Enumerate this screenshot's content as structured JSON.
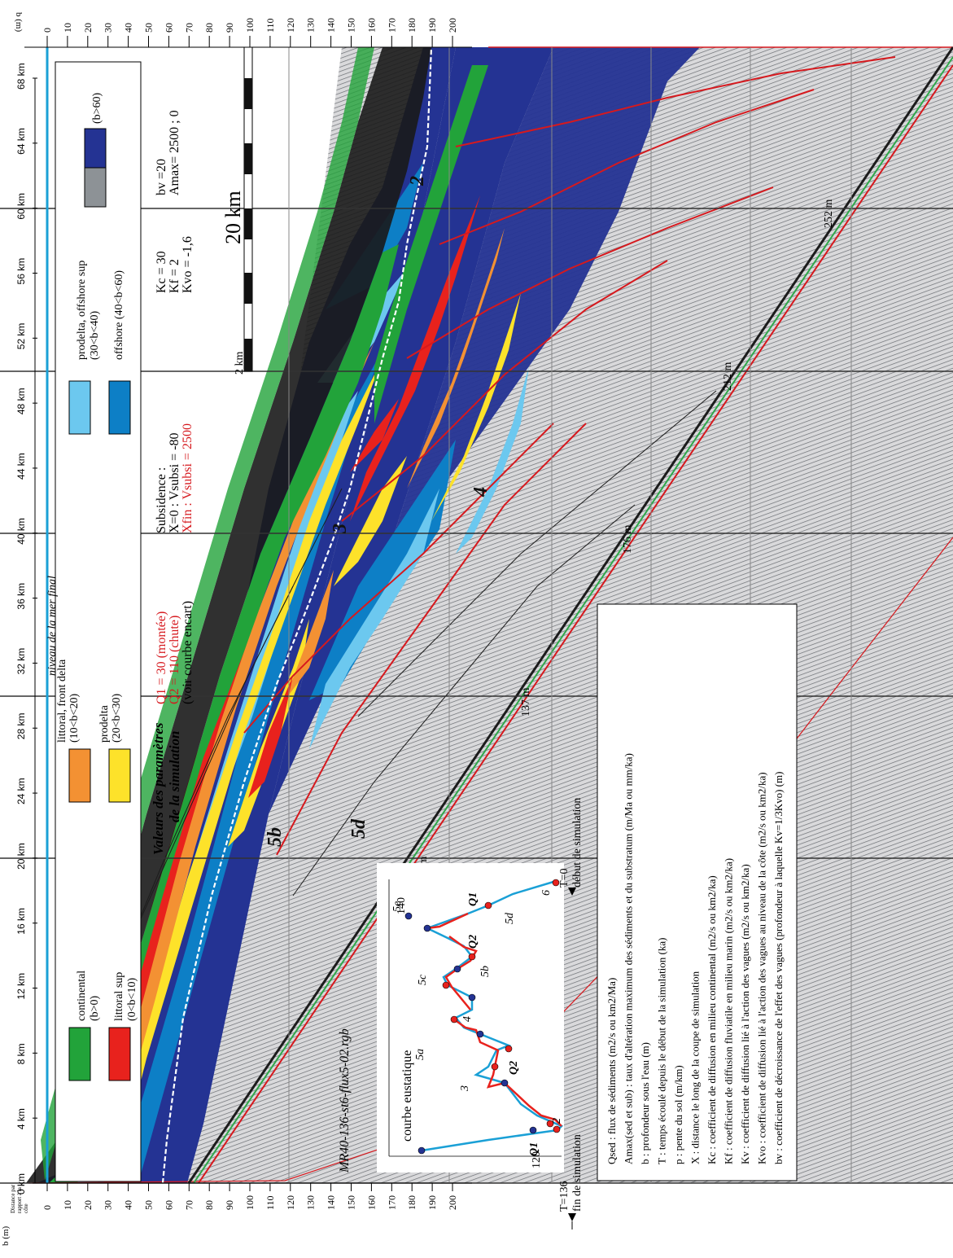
{
  "km_ticks": [
    "0 km",
    "4 km",
    "8 km",
    "12 km",
    "16 km",
    "20 km",
    "24 km",
    "28 km",
    "32 km",
    "36 km",
    "40 km",
    "44 km",
    "48 km",
    "52 km",
    "56 km",
    "60 km",
    "64 km",
    "68 km"
  ],
  "depth_ticks": [
    "0",
    "10",
    "20",
    "30",
    "40",
    "50",
    "60",
    "70",
    "80",
    "90",
    "100",
    "110",
    "120",
    "130",
    "140",
    "150",
    "160",
    "170",
    "180",
    "190",
    "200"
  ],
  "axis": {
    "right_label": "b (m)",
    "left_label": "b (m)",
    "distance_label_l1": "Distance par",
    "distance_label_l2": "rapport à la",
    "distance_label_l3": "côte"
  },
  "colors": {
    "continental": "#22a33a",
    "littoral_sup": "#e8221d",
    "littoral_front_delta": "#f39133",
    "prodelta": "#fde22a",
    "prodelta_offshore_sup": "#6cc8ef",
    "offshore": "#0d7fc6",
    "deep": "#243393",
    "gray": "#8d9296",
    "sea_level": "#1aa0d6",
    "red_line": "#d6191e"
  },
  "legend": {
    "items": [
      {
        "label1": "continental",
        "label2": "(b>0)"
      },
      {
        "label1": "littoral sup",
        "label2": "(0<b<10)"
      },
      {
        "label1": "littoral, front delta",
        "label2": "(10<b<20)"
      },
      {
        "label1": "prodelta",
        "label2": "(20<b<30)"
      },
      {
        "label1": "prodelta, offshore sup",
        "label2": "(30<b<40)"
      },
      {
        "label1": "offshore (40<b<60)",
        "label2": ""
      },
      {
        "label1": "(b>60)",
        "label2": ""
      }
    ]
  },
  "params": {
    "title1": "Valeurs des paramètres",
    "title2": "de la simulation",
    "q1": "Q1 = 30  (montée)",
    "q2": "Q2 = 110 (chute)",
    "q_note": "(voir courbe encart)",
    "subs1": "Subsidence :",
    "subs2": "X=0 : Vsubsi = -80",
    "subs3": "Xfin : Vsubsi = 2500",
    "kc": "Kc = 30",
    "kf": "Kf = 2",
    "kvo": "Kvo = -1,6",
    "bv": "bv =20",
    "amax": "Amax= 2500 ; 0"
  },
  "scale": {
    "big": "20 km",
    "small": "2 km"
  },
  "sea_level_label": "niveau de la mer final",
  "file_label": "MR40-136-st6-flux5-02.rgb",
  "depth_marks": [
    "98 m",
    "137 m",
    "176 m",
    "212 m",
    "252 m"
  ],
  "sequence_labels": [
    "5b",
    "5d",
    "3",
    "4",
    "2"
  ],
  "inset": {
    "title": "courbe eustatique",
    "t_end": "T=136",
    "t_end_label": "fin  de simulation",
    "t_start": "T=0",
    "t_start_label": "début de simulation",
    "axis_top": "140",
    "axis_bottom": "120",
    "labels": [
      "5e",
      "5c",
      "5a",
      "5b",
      "5d",
      "Q1",
      "Q2",
      "Q2",
      "Q1",
      "3",
      "4",
      "6",
      "2"
    ]
  },
  "glossary": [
    "Qsed : flux de sédiments (m2/s ou km2/Ma)",
    "Amax(sed et sub) : taux d'altération maximum des sédiments et du substratum (m/Ma ou mm/ka)",
    "b : profondeur sous l'eau (m)",
    "T : temps écoulé depuis le début de la simulation (ka)",
    "p : pente du sol (m/km)",
    "X : distance le long de la coupe de simulation",
    "Kc : coefficient de diffusion en milieu continental (m2/s ou km2/ka)",
    "Kf : coefficient de diffusion fluviatile en milieu marin (m2/s ou km2/ka)",
    "Kv : coefficient de diffusion lié à l'action des vagues (m2/s ou km2/ka)",
    "Kvo : coefficient de diffusion lié à l'action des vagues au niveau de la côte (m2/s ou km2/ka)",
    "bv : coefficient de décroissance de l'effet des vagues (profondeur à laquelle Kv=1/3Kvo) (m)"
  ]
}
